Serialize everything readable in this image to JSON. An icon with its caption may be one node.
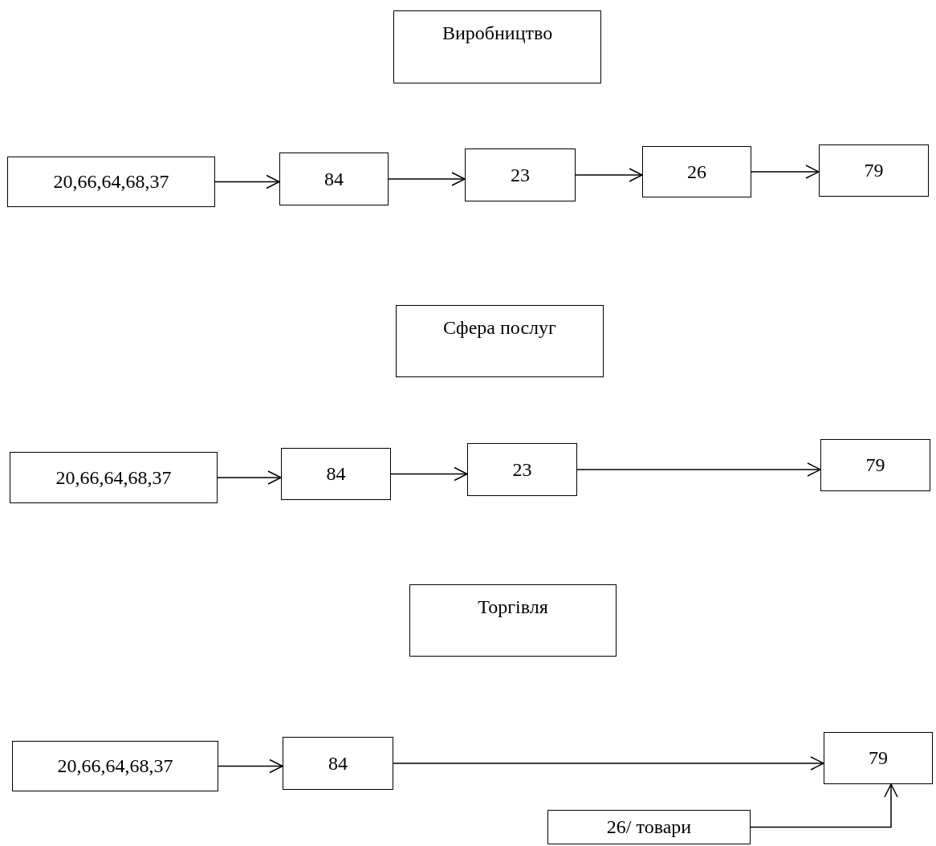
{
  "diagram": {
    "nodes": [
      {
        "text": [
          "Виробництво"
        ]
      },
      {
        "text": [
          "20,66,64,68,37"
        ]
      },
      {
        "text": [
          "84"
        ]
      },
      {
        "text": [
          "23"
        ]
      },
      {
        "text": [
          "26"
        ]
      },
      {
        "text": [
          "79"
        ]
      },
      {
        "text": [
          "Сфера послуг"
        ]
      },
      {
        "text": [
          "20,66,64,68,37"
        ]
      },
      {
        "text": [
          "84"
        ]
      },
      {
        "text": [
          "23"
        ]
      },
      {
        "text": [
          "79"
        ]
      },
      {
        "text": [
          "Торгівля"
        ]
      },
      {
        "text": [
          "20,66,64,68,37"
        ]
      },
      {
        "text": [
          "84"
        ]
      },
      {
        "text": [
          "79"
        ]
      },
      {
        "text": [
          "26/ товари"
        ]
      }
    ],
    "edges": [
      {
        "from": 1,
        "to": 2,
        "arrow": "to"
      },
      {
        "from": 2,
        "to": 3,
        "arrow": "to"
      },
      {
        "from": 3,
        "to": 4,
        "arrow": "to"
      },
      {
        "from": 4,
        "to": 5,
        "arrow": "to"
      },
      {
        "from": 7,
        "to": 8,
        "arrow": "to"
      },
      {
        "from": 8,
        "to": 9,
        "arrow": "to"
      },
      {
        "from": 9,
        "to": 10,
        "arrow": "to"
      },
      {
        "from": 12,
        "to": 13,
        "arrow": "to"
      },
      {
        "from": 13,
        "to": 14,
        "arrow": "to"
      },
      {
        "from": 15,
        "to": 14,
        "arrow": "to"
      }
    ]
  }
}
